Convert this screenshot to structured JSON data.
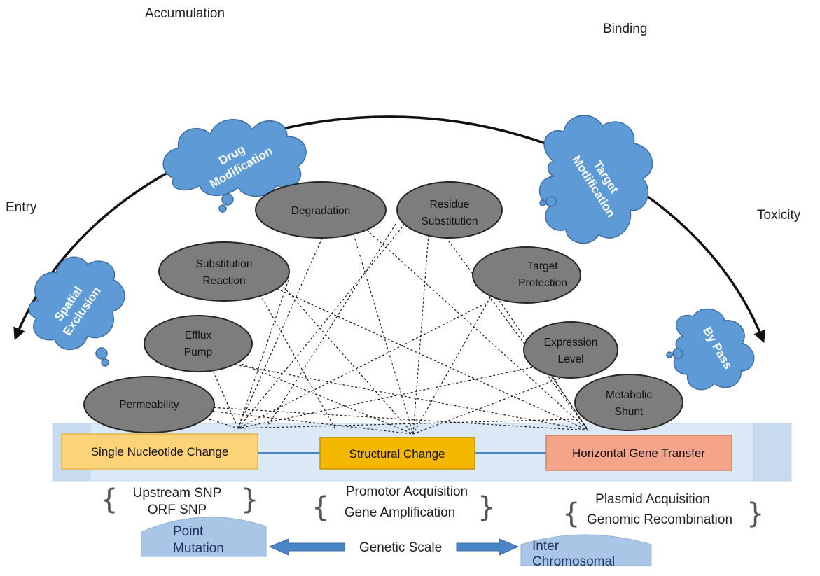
{
  "outer_labels": {
    "accumulation": "Accumulation",
    "binding": "Binding",
    "entry": "Entry",
    "toxicity": "Toxicity"
  },
  "clouds": {
    "drug_modification": [
      "Drug",
      "Modification"
    ],
    "target_modification": [
      "Target",
      "Modification"
    ],
    "spatial_exclusion": [
      "Spatial",
      "Exclusion"
    ],
    "by_pass": [
      "By Pass"
    ]
  },
  "ovals": {
    "degradation": [
      "Degradation"
    ],
    "residue_substitution": [
      "Residue",
      "Substitution"
    ],
    "substitution_reaction": [
      "Substitution",
      "Reaction"
    ],
    "target_protection": [
      "Target",
      "Protection"
    ],
    "efflux_pump": [
      "Efflux",
      "Pump"
    ],
    "expression_level": [
      "Expression",
      "Level"
    ],
    "permeability": [
      "Permeability"
    ],
    "metabolic_shunt": [
      "Metabolic",
      "Shunt"
    ]
  },
  "boxes": {
    "single_nucleotide": "Single Nucleotide Change",
    "structural": "Structural Change",
    "horizontal": "Horizontal Gene Transfer"
  },
  "sub_items": {
    "single": [
      "Upstream SNP",
      "ORF SNP"
    ],
    "structural": [
      "Promotor Acquisition",
      "Gene Amplification"
    ],
    "horizontal": [
      "Plasmid Acquisition",
      "Genomic Recombination"
    ]
  },
  "scale": {
    "left": [
      "Point",
      "Mutation"
    ],
    "center": "Genetic Scale",
    "right": [
      "Inter",
      "Chromosomal"
    ]
  },
  "colors": {
    "cloud_blue": "#5e9bd6",
    "oval_gray": "#7d7d7d",
    "single_box": "#fdd37a",
    "structural_box": "#f5b800",
    "horizontal_box": "#f4a488",
    "band": "#dbe9f7",
    "semi_blue": "#a9c6e6",
    "arrow_blue": "#4a86c5"
  }
}
